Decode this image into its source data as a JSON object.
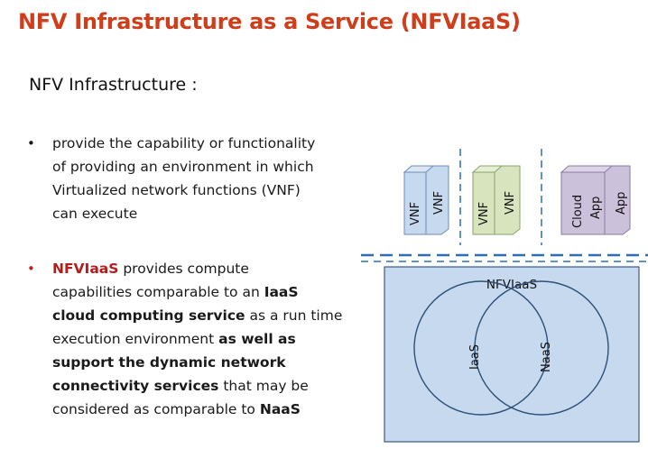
{
  "title": "NFV Infrastructure as a Service (NFVIaaS)",
  "subtitle": "NFV Infrastructure :",
  "bullets": [
    {
      "marker": "•",
      "lines": [
        "provide the capability or functionality",
        "of providing an environment in which",
        "Virtualized network functions (VNF)",
        "can execute"
      ]
    },
    {
      "marker": "•",
      "lines": [
        [
          {
            "t": "NFVIaaS",
            "s": "red"
          },
          {
            "t": " provides compute",
            "s": ""
          }
        ],
        [
          {
            "t": "capabilities comparable to an ",
            "s": ""
          },
          {
            "t": "IaaS",
            "s": "bold"
          }
        ],
        [
          {
            "t": "cloud computing service",
            "s": "bold"
          },
          {
            "t": " as a run time",
            "s": ""
          }
        ],
        [
          {
            "t": "execution environment ",
            "s": ""
          },
          {
            "t": "as well as",
            "s": "bold"
          }
        ],
        [
          {
            "t": "support the dynamic network",
            "s": "bold"
          }
        ],
        [
          {
            "t": "connectivity services",
            "s": "bold"
          },
          {
            "t": " that may be",
            "s": ""
          }
        ],
        [
          {
            "t": "considered as comparable to ",
            "s": ""
          },
          {
            "t": "NaaS",
            "s": "bold"
          }
        ]
      ]
    }
  ],
  "diagram": {
    "stacks": [
      {
        "front": "VNF",
        "back": "VNF",
        "color": "blue"
      },
      {
        "front": "VNF",
        "back": "VNF",
        "color": "green"
      },
      {
        "front": [
          "Cloud",
          "App"
        ],
        "back": "App",
        "color": "purple"
      }
    ],
    "platform_label": "NFVIaaS",
    "circle_labels": [
      "IaaS",
      "NaaS"
    ]
  },
  "colors": {
    "title": "#d03d1a",
    "highlight": "#b51c1c",
    "dashed_line": "#2f6fb0",
    "platform_fill": "#c6d9ef",
    "blue_box": "#c6d9ef",
    "green_box": "#d7e4bd",
    "purple_box": "#ccc1da"
  }
}
